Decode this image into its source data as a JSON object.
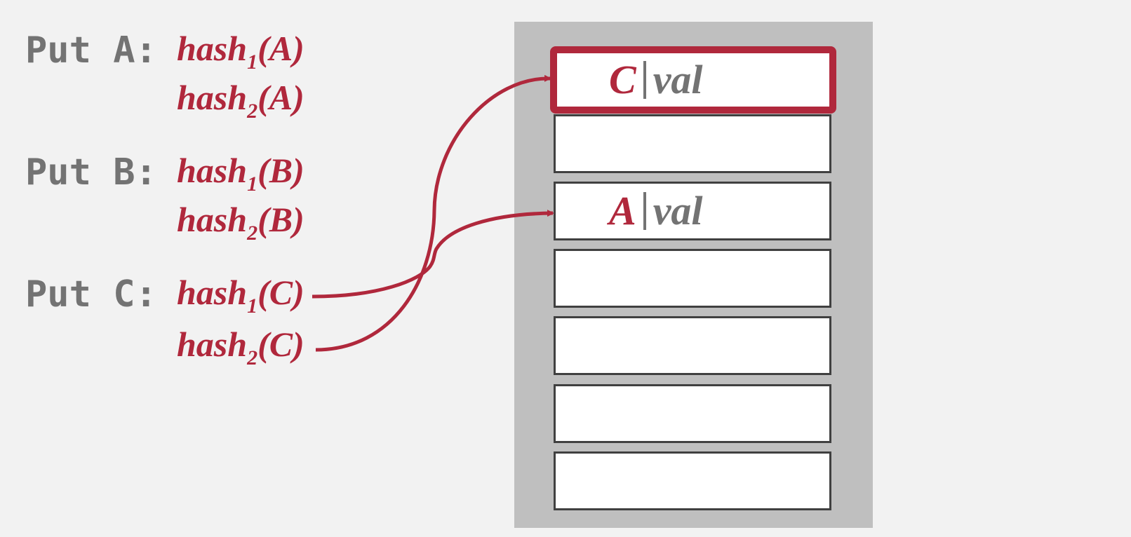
{
  "puts": [
    {
      "label": "Put A:",
      "hash1": {
        "fn": "hash",
        "sub": "1",
        "arg": "(A)"
      },
      "hash2": {
        "fn": "hash",
        "sub": "2",
        "arg": "(A)"
      }
    },
    {
      "label": "Put B:",
      "hash1": {
        "fn": "hash",
        "sub": "1",
        "arg": "(B)"
      },
      "hash2": {
        "fn": "hash",
        "sub": "2",
        "arg": "(B)"
      }
    },
    {
      "label": "Put C:",
      "hash1": {
        "fn": "hash",
        "sub": "1",
        "arg": "(C)"
      },
      "hash2": {
        "fn": "hash",
        "sub": "2",
        "arg": "(C)"
      }
    }
  ],
  "table": {
    "slots": [
      {
        "key": "C",
        "val": "val",
        "highlighted": true
      },
      {
        "key": "",
        "val": ""
      },
      {
        "key": "A",
        "val": "val"
      },
      {
        "key": "",
        "val": ""
      },
      {
        "key": "",
        "val": ""
      },
      {
        "key": "",
        "val": ""
      },
      {
        "key": "",
        "val": ""
      }
    ]
  },
  "colors": {
    "accent": "#b0283c",
    "label_gray": "#737373",
    "table_bg": "#bfbfbf",
    "slot_border": "#404040"
  }
}
